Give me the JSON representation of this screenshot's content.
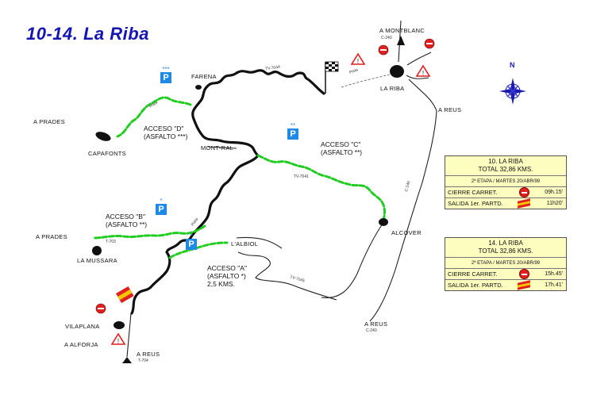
{
  "title": "10-14. La Riba",
  "compass_letter": "N",
  "labels": {
    "amontblanc": "A MONTBLANC",
    "c240_top": "C-240",
    "la_riba": "LA RIBA",
    "a_reus_right": "A REUS",
    "farena": "FARENA",
    "a_prades_top": "A PRADES",
    "capafonts": "CAPAFONTS",
    "mont_ral": "MONT-RAL",
    "a_prades_mid": "A PRADES",
    "la_mussara": "LA MUSSARA",
    "l_albiol": "L'ALBIOL",
    "alcover": "ALCOVER",
    "a_reus_bottom": "A REUS",
    "c240_bottom": "C-240",
    "vilaplana": "VILAPLANA",
    "a_alforja": "A ALFORJA",
    "a_reus_left": "A REUS",
    "t704": "T-704",
    "c240_vert": "C-240"
  },
  "road_tags": {
    "tv7044_top": "TV-7044",
    "tv7041": "TV-7041",
    "t703": "T-703",
    "tv7045": "TV-7045",
    "pista_top": "Pista",
    "pista_mid": "Pista",
    "pista_right": "Pista"
  },
  "accesos": {
    "d": {
      "line1": "ACCESO \"D\"",
      "line2": "(ASFALTO ***)"
    },
    "c": {
      "line1": "ACCESO \"C\"",
      "line2": "(ASFALTO **)"
    },
    "b": {
      "line1": "ACCESO \"B\"",
      "line2": "(ASFALTO **)"
    },
    "a": {
      "line1": "ACCESO \"A\"",
      "line2": "(ASFALTO *)",
      "line3": "2,5 KMS."
    }
  },
  "parking": {
    "d": {
      "stars": "***",
      "letter": "P"
    },
    "c": {
      "stars": "**",
      "letter": "P"
    },
    "b": {
      "stars": "*",
      "letter": "P"
    },
    "a": {
      "stars": "*",
      "letter": "P"
    }
  },
  "box1": {
    "line1": "10. LA RIBA",
    "line2": "TOTAL 32,86 KMS.",
    "etapa": "2ª ETAPA / MARTES 20/ABR/99",
    "cierre_label": "CIERRE CARRET.",
    "cierre_time": "09h.15'",
    "salida_label": "SALIDA 1er. PARTD.",
    "salida_time": "11h20'"
  },
  "box2": {
    "line1": "14. LA RIBA",
    "line2": "TOTAL 32,86 KMS.",
    "etapa": "2ª ETAPA / MARTES 20/ABR/99",
    "cierre_label": "CIERRE CARRET.",
    "cierre_time": "15h.45'",
    "salida_label": "SALIDA 1er. PARTD.",
    "salida_time": "17h.41'"
  },
  "colors": {
    "title": "#1515b5",
    "stage_route": "#111111",
    "access_route": "#22cc22",
    "road": "#222222",
    "parking": "#1f8ae6",
    "box_fill": "#fdfdc0",
    "stop": "#e02020"
  }
}
